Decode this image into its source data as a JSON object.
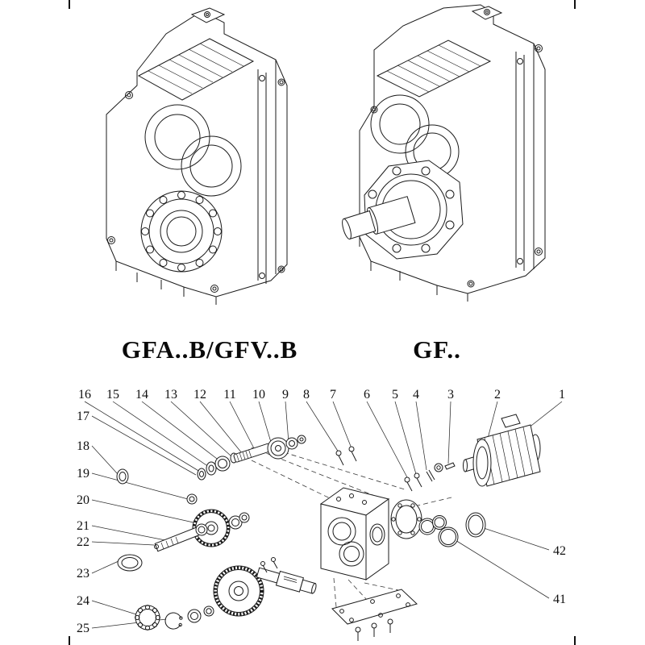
{
  "page": {
    "background": "#ffffff",
    "line_color": "#1b1b1b"
  },
  "models": {
    "left_label": "GFA..B/GFV..B",
    "right_label": "GF.."
  },
  "exploded": {
    "top_numbers": [
      "16",
      "15",
      "14",
      "13",
      "12",
      "11",
      "10",
      "9",
      "8",
      "7",
      "6",
      "5",
      "4",
      "3",
      "2",
      "1"
    ],
    "left_numbers": [
      "17",
      "18",
      "19",
      "20",
      "21",
      "22",
      "23",
      "24",
      "25"
    ],
    "right_numbers": [
      "42",
      "41"
    ]
  }
}
